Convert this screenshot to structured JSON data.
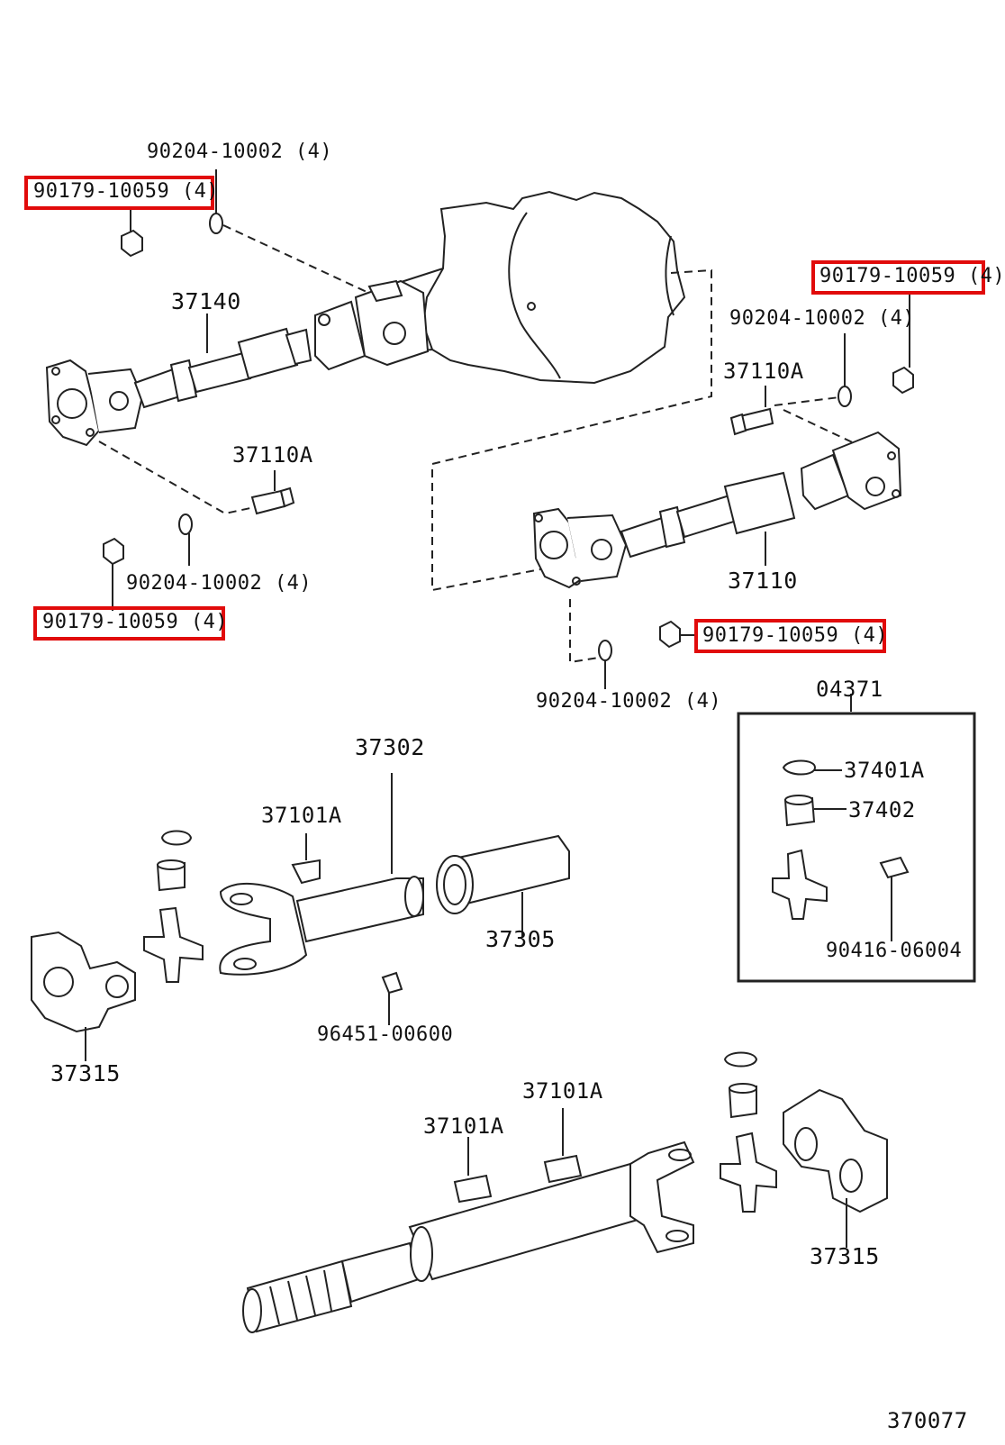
{
  "labels": {
    "washer_top_left": "90204-10002 (4)",
    "nut_top_left": "90179-10059 (4)",
    "front_shaft": "37140",
    "bolt_left": "37110A",
    "washer_mid_left": "90204-10002 (4)",
    "nut_mid_left": "90179-10059 (4)",
    "nut_top_right": "90179-10059 (4)",
    "washer_top_right": "90204-10002 (4)",
    "bolt_right": "37110A",
    "rear_shaft": "37110",
    "nut_mid_right": "90179-10059 (4)",
    "washer_mid_right": "90204-10002 (4)",
    "kit": "04371",
    "snap_ring_kit": "37401A",
    "bearing_kit": "37402",
    "grease_fitting_kit": "90416-06004",
    "tube_yoke": "37302",
    "clip_upper": "37101A",
    "sleeve": "37305",
    "grease_fitting": "96451-00600",
    "flange_left": "37315",
    "clip_lower_left": "37101A",
    "clip_lower_right": "37101A",
    "flange_right": "37315",
    "diagram_number": "370077"
  },
  "highlight_color": "#e10b0b"
}
